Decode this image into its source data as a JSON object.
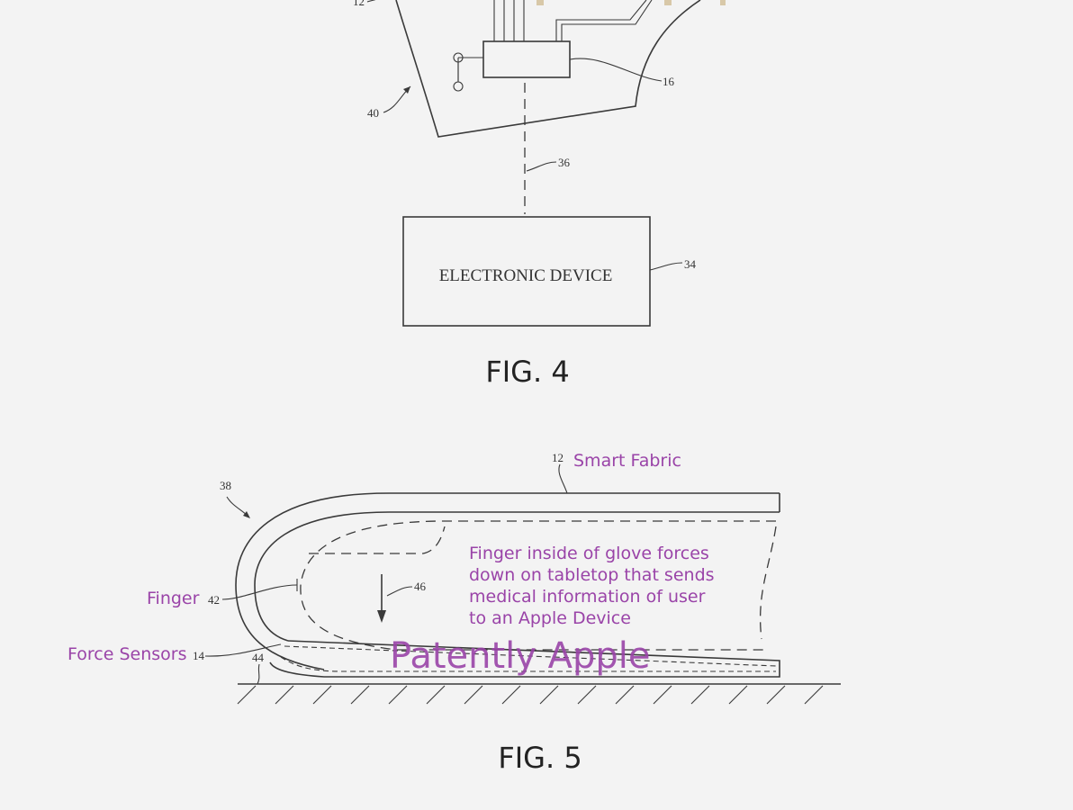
{
  "fig4": {
    "caption": "FIG. 4",
    "device_label": "ELECTRONIC DEVICE",
    "refs": {
      "r12": "12",
      "r16": "16",
      "r40": "40",
      "r36": "36",
      "r34": "34"
    }
  },
  "fig5": {
    "caption": "FIG. 5",
    "refs": {
      "r12": "12",
      "r38": "38",
      "r42": "42",
      "r14": "14",
      "r44": "44",
      "r46": "46"
    },
    "annotations": {
      "smart_fabric": "Smart Fabric",
      "finger": "Finger",
      "force_sensors": "Force Sensors",
      "description_lines": [
        "Finger inside of glove forces",
        "down on tabletop that sends",
        "medical information of user",
        "to an Apple Device"
      ]
    },
    "watermark": "Patently Apple"
  },
  "colors": {
    "background": "#f3f3f3",
    "annotation": "#9a44a8",
    "line": "#3a3a3a"
  }
}
